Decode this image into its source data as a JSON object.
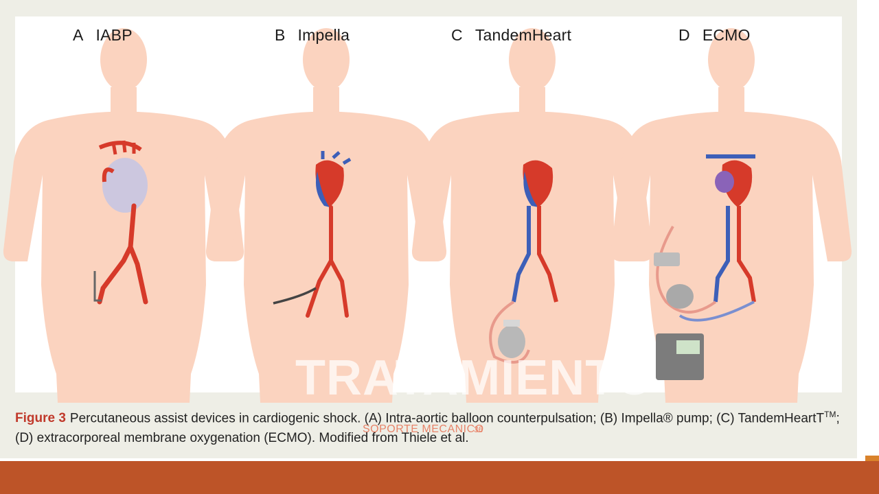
{
  "panels": [
    {
      "letter": "A",
      "title": "IABP"
    },
    {
      "letter": "B",
      "title": "Impella"
    },
    {
      "letter": "C",
      "title": "TandemHeart"
    },
    {
      "letter": "D",
      "title": "ECMO"
    }
  ],
  "caption": {
    "figure_number": "Figure 3",
    "line1": "Percutaneous assist devices in cardiogenic shock. (A) Intra-aortic balloon counterpulsation; (B) Impella® pump; (C) TandemHeartT",
    "superscript": "TM",
    "line1_end": ";",
    "line2": "(D) extracorporeal membrane oxygenation (ECMO). Modified from Thiele et al."
  },
  "overlay": {
    "title": "TRATAMIENTO",
    "footer": "SOPORTE MECANICO",
    "page_number": "36"
  },
  "colors": {
    "skin": "#fbd3bf",
    "artery": "#d63a2a",
    "vein": "#3d5fb8",
    "accent_bar": "#bd5428",
    "figure_label": "#c0392b"
  }
}
